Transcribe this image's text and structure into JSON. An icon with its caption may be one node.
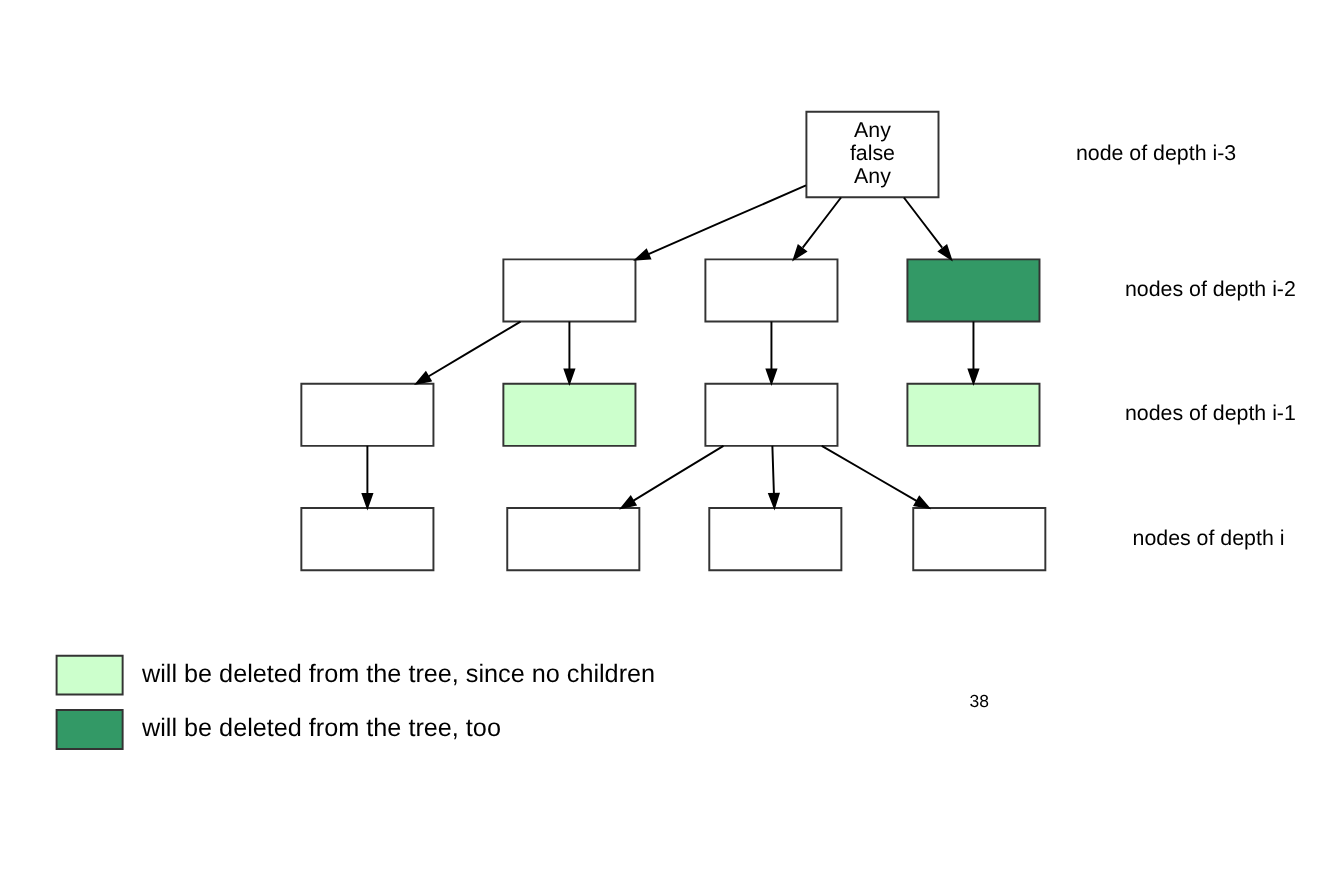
{
  "diagram": {
    "nodes": [
      {
        "text": [
          "Any",
          "false",
          "Any"
        ]
      },
      {
        "text": [],
        "shape": "box"
      },
      {
        "text": [],
        "shape": "box"
      },
      {
        "text": [],
        "shape": "box"
      },
      {
        "text": [],
        "shape": "box"
      },
      {
        "text": [],
        "shape": "box"
      },
      {
        "text": [],
        "shape": "box"
      },
      {
        "text": [],
        "shape": "box"
      },
      {
        "text": [],
        "shape": "box"
      },
      {
        "text": [],
        "shape": "box"
      },
      {
        "text": [],
        "shape": "box"
      },
      {
        "text": [],
        "shape": "box"
      }
    ],
    "edges": [
      {
        "from": 0,
        "to": 1,
        "arrow": "to"
      },
      {
        "from": 0,
        "to": 2,
        "arrow": "to"
      },
      {
        "from": 0,
        "to": 3,
        "arrow": "to"
      },
      {
        "from": 1,
        "to": 4,
        "arrow": "to"
      },
      {
        "from": 1,
        "to": 5,
        "arrow": "to"
      },
      {
        "from": 2,
        "to": 6,
        "arrow": "to"
      },
      {
        "from": 3,
        "to": 7,
        "arrow": "to"
      },
      {
        "from": 4,
        "to": 8,
        "arrow": "to"
      },
      {
        "from": 6,
        "to": 9,
        "arrow": "to"
      },
      {
        "from": 6,
        "to": 10,
        "arrow": "to"
      },
      {
        "from": 6,
        "to": 11,
        "arrow": "to"
      }
    ],
    "labels": [
      "node of depth i-3",
      "nodes of depth i-2",
      "nodes of depth i-1",
      "nodes of depth i",
      "38"
    ],
    "legend": [
      {
        "text": "will be deleted from the tree, since no children",
        "color": "#ccffcc"
      },
      {
        "text": "will be deleted from the tree, too",
        "color": "#339966"
      }
    ]
  }
}
